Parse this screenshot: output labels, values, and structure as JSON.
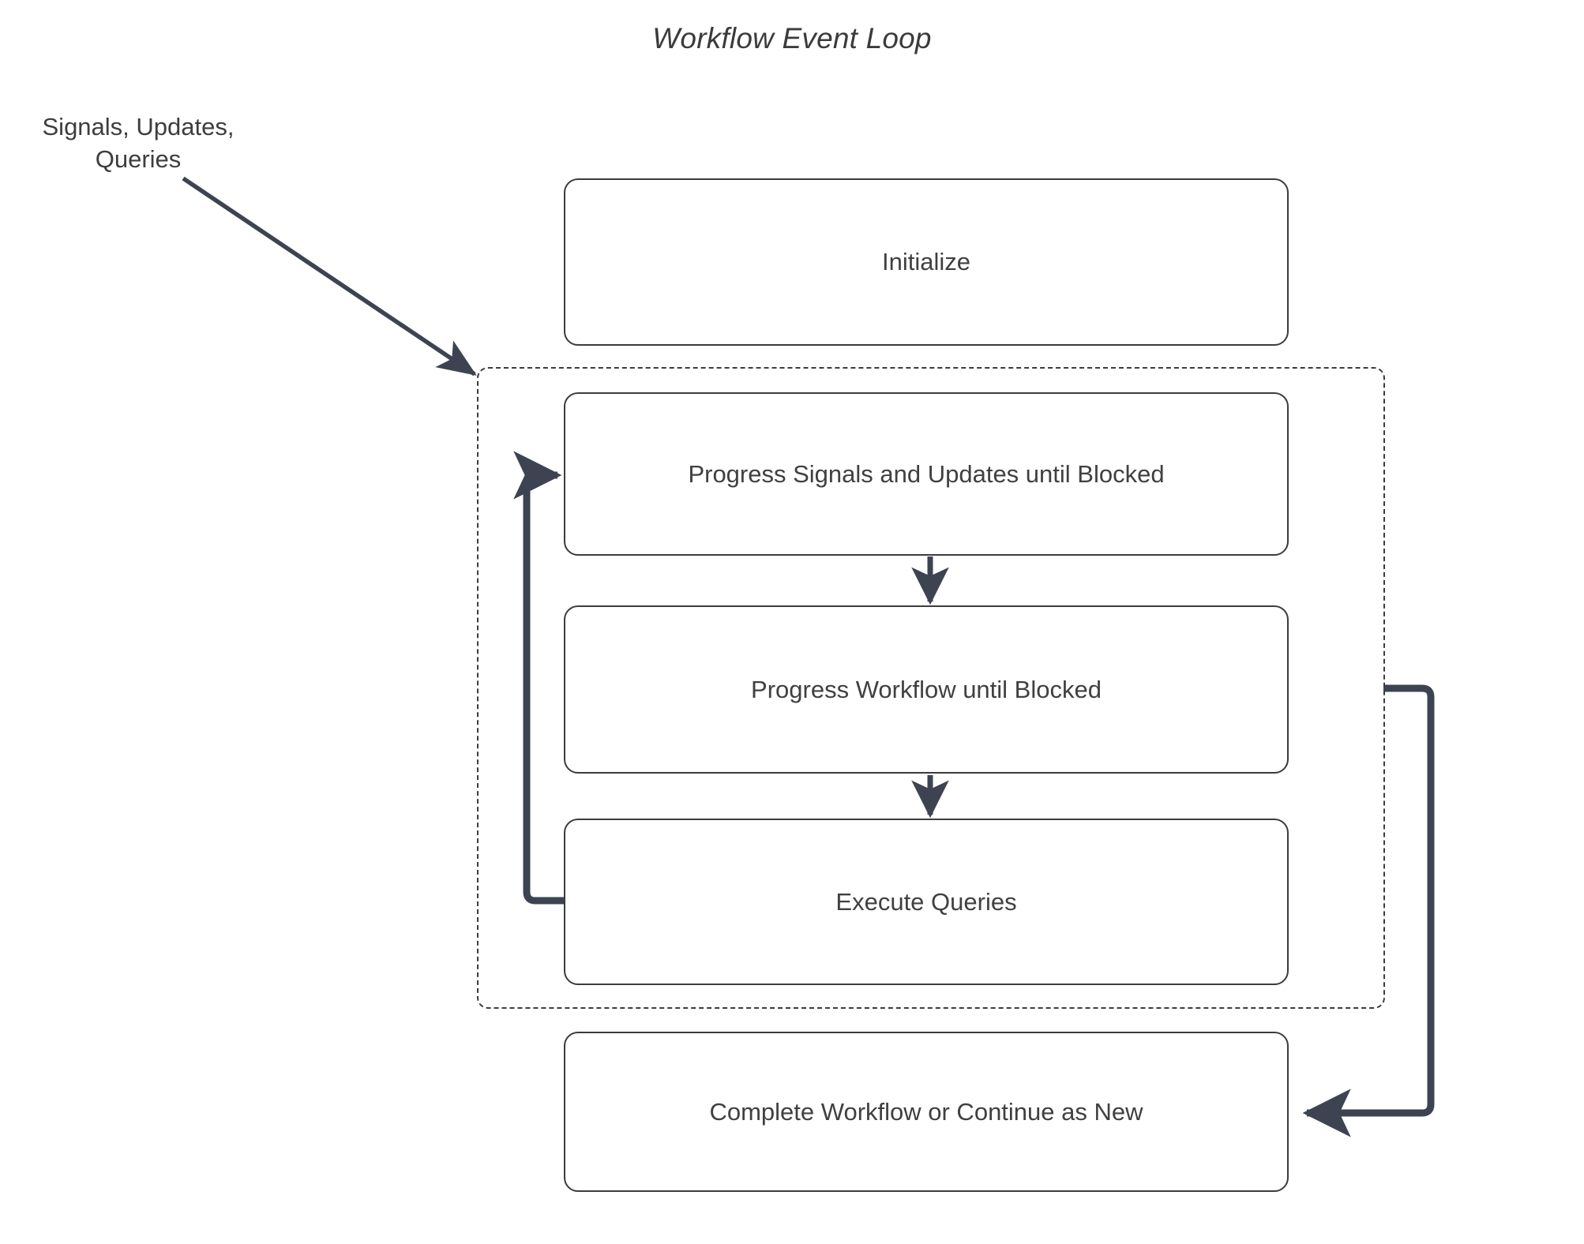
{
  "diagram": {
    "title": "Workflow Event Loop",
    "type": "flowchart",
    "colors": {
      "edge": "#3d4350",
      "node_border": "#3c3c3c",
      "node_fill": "#ffffff",
      "text": "#404040",
      "background": "#ffffff"
    },
    "external_input": {
      "label": "Signals, Updates, Queries",
      "line1": "Signals, Updates,",
      "line2": "Queries",
      "target": "loop-container"
    },
    "nodes": [
      {
        "id": "initialize",
        "label": "Initialize"
      },
      {
        "id": "progress-signals",
        "label": "Progress Signals and Updates until Blocked"
      },
      {
        "id": "progress-workflow",
        "label": "Progress Workflow until Blocked"
      },
      {
        "id": "execute-queries",
        "label": "Execute Queries"
      },
      {
        "id": "complete",
        "label": "Complete Workflow or Continue as New"
      }
    ],
    "container": {
      "id": "loop-container",
      "style": "dashed",
      "contains": [
        "progress-signals",
        "progress-workflow",
        "execute-queries"
      ]
    },
    "edges": [
      {
        "from": "external-input",
        "to": "loop-container",
        "style": "solid-arrow"
      },
      {
        "from": "progress-signals",
        "to": "progress-workflow",
        "style": "solid-arrow"
      },
      {
        "from": "progress-workflow",
        "to": "execute-queries",
        "style": "solid-arrow"
      },
      {
        "from": "execute-queries",
        "to": "progress-signals",
        "style": "loop-back-left"
      },
      {
        "from": "loop-container",
        "to": "complete",
        "style": "loop-right"
      }
    ]
  }
}
